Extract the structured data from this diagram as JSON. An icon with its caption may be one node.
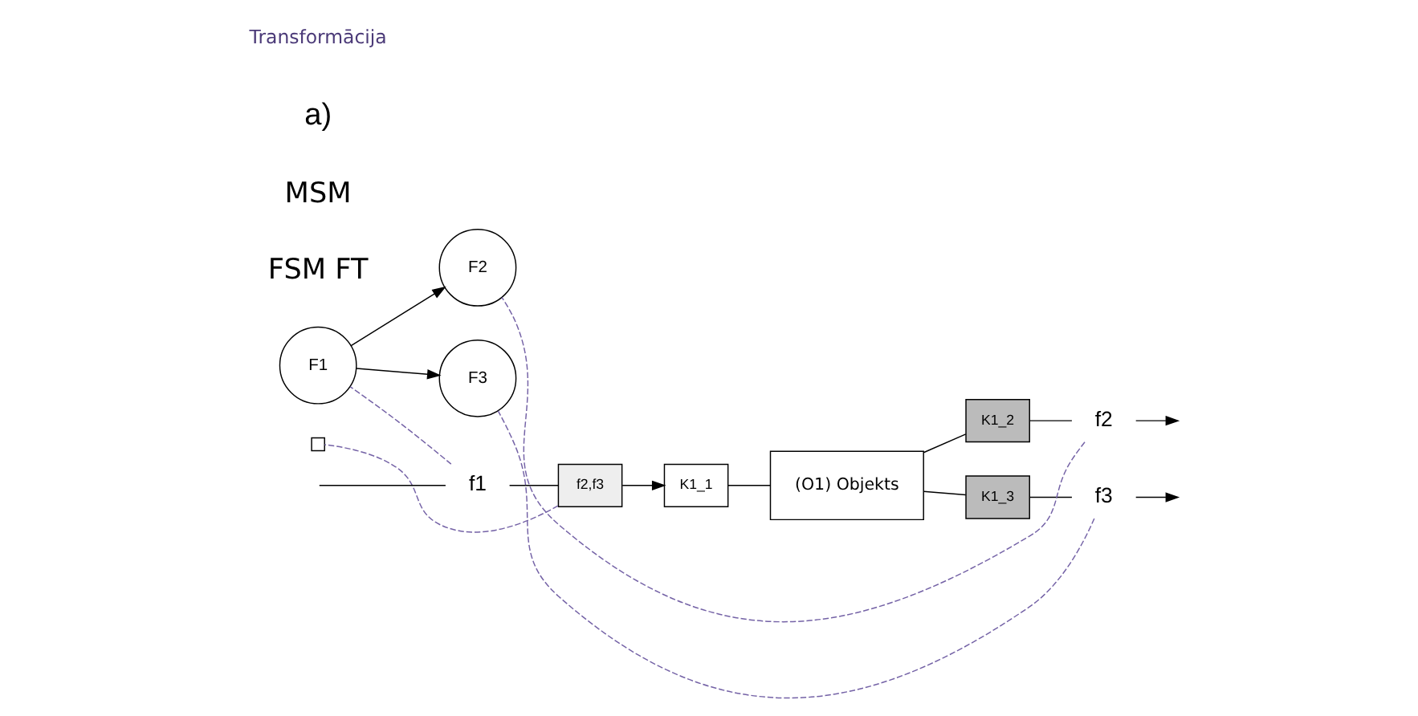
{
  "diagram": {
    "nodes": [
      {
        "text": [
          "f1"
        ]
      },
      {
        "text": [
          "f2,f3"
        ]
      },
      {
        "text": [
          "(O1) Objekts"
        ]
      },
      {
        "text": [
          "K1_1"
        ]
      },
      {
        "text": [
          "K1_2"
        ]
      },
      {
        "text": [
          "K1_3"
        ]
      },
      {
        "text": [
          "f2"
        ]
      },
      {
        "text": [
          "f3"
        ]
      },
      {
        "text": [
          "F1"
        ]
      },
      {
        "text": [
          "F2"
        ]
      },
      {
        "text": [
          "F3"
        ]
      },
      {
        "text": [],
        "shape": "box"
      }
    ],
    "edges": [
      {
        "from": null,
        "to": 0,
        "arrow": "none"
      },
      {
        "from": 0,
        "to": 1,
        "arrow": "none"
      },
      {
        "from": 1,
        "to": 3,
        "arrow": "to"
      },
      {
        "from": 3,
        "to": 2,
        "arrow": "none"
      },
      {
        "from": 2,
        "to": 4,
        "arrow": "none"
      },
      {
        "from": 2,
        "to": 5,
        "arrow": "none"
      },
      {
        "from": 4,
        "to": 6,
        "arrow": "none"
      },
      {
        "from": 6,
        "to": null,
        "arrow": "to"
      },
      {
        "from": 5,
        "to": 7,
        "arrow": "none"
      },
      {
        "from": 7,
        "to": null,
        "arrow": "to"
      },
      {
        "from": 8,
        "to": 9,
        "arrow": "to"
      },
      {
        "from": 8,
        "to": 10,
        "arrow": "to"
      },
      {
        "from": 0,
        "to": 8,
        "arrow": "none",
        "style": "dashed",
        "color": "#7462a6"
      },
      {
        "from": 1,
        "to": 11,
        "arrow": "none",
        "style": "dashed",
        "color": "#7462a6"
      },
      {
        "from": 6,
        "to": 9,
        "arrow": "none",
        "style": "dashed",
        "color": "#7462a6"
      },
      {
        "from": 7,
        "to": 10,
        "arrow": "none",
        "style": "dashed",
        "color": "#7462a6"
      }
    ],
    "labels": [
      "a)",
      "MSM",
      "FSM FT",
      "Transformācija"
    ]
  }
}
